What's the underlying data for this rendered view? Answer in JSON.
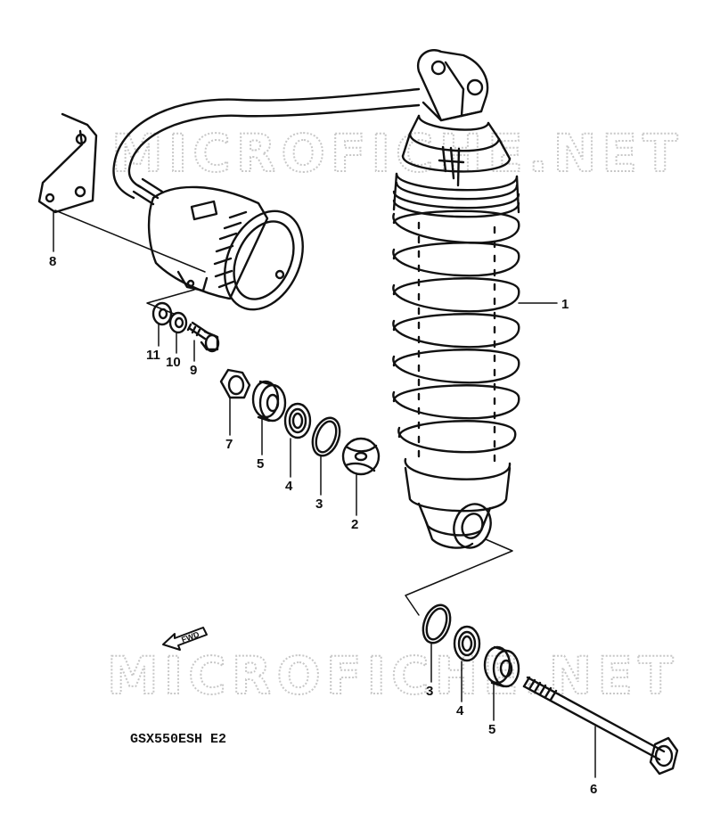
{
  "watermark": "MICROFICHE.NET",
  "model_code": "GSX550ESH E2",
  "direction_arrow_label": "FWD",
  "colors": {
    "ink": "#111111",
    "watermark": "#c8c8c8",
    "background": "#ffffff"
  },
  "callouts": [
    "1",
    "2",
    "3",
    "4",
    "5",
    "6",
    "7",
    "8",
    "9",
    "10",
    "11"
  ],
  "lower_callouts": [
    "3",
    "4",
    "5"
  ]
}
